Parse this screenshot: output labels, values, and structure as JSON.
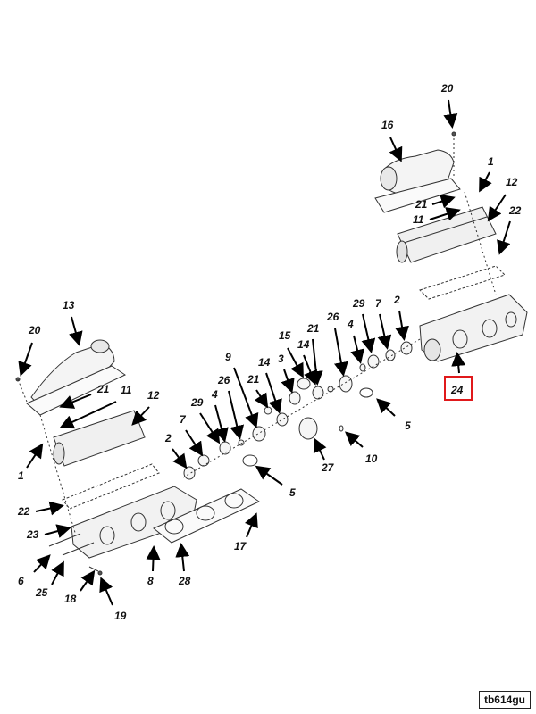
{
  "figure_id": "tb614gu",
  "highlight_color": "#e0191b",
  "highlighted_callout": "24",
  "callouts": {
    "c20a": "20",
    "c16": "16",
    "c1a": "1",
    "c12a": "12",
    "c21a": "21",
    "c11a": "11",
    "c22a": "22",
    "c29a": "29",
    "c7a": "7",
    "c2a": "2",
    "c26a": "26",
    "c4a": "4",
    "c21b": "21",
    "c15": "15",
    "c14a": "14",
    "c14b": "14",
    "c3": "3",
    "c21c": "21",
    "c9": "9",
    "c26b": "26",
    "c4b": "4",
    "c29b": "29",
    "c7b": "7",
    "c2b": "2",
    "c5a": "5",
    "c5b": "5",
    "c27": "27",
    "c10": "10",
    "c24": "24",
    "c13": "13",
    "c20b": "20",
    "c21d": "21",
    "c11b": "11",
    "c12b": "12",
    "c1b": "1",
    "c22b": "22",
    "c23": "23",
    "c6": "6",
    "c25": "25",
    "c18": "18",
    "c19": "19",
    "c8": "8",
    "c28": "28",
    "c17": "17"
  }
}
